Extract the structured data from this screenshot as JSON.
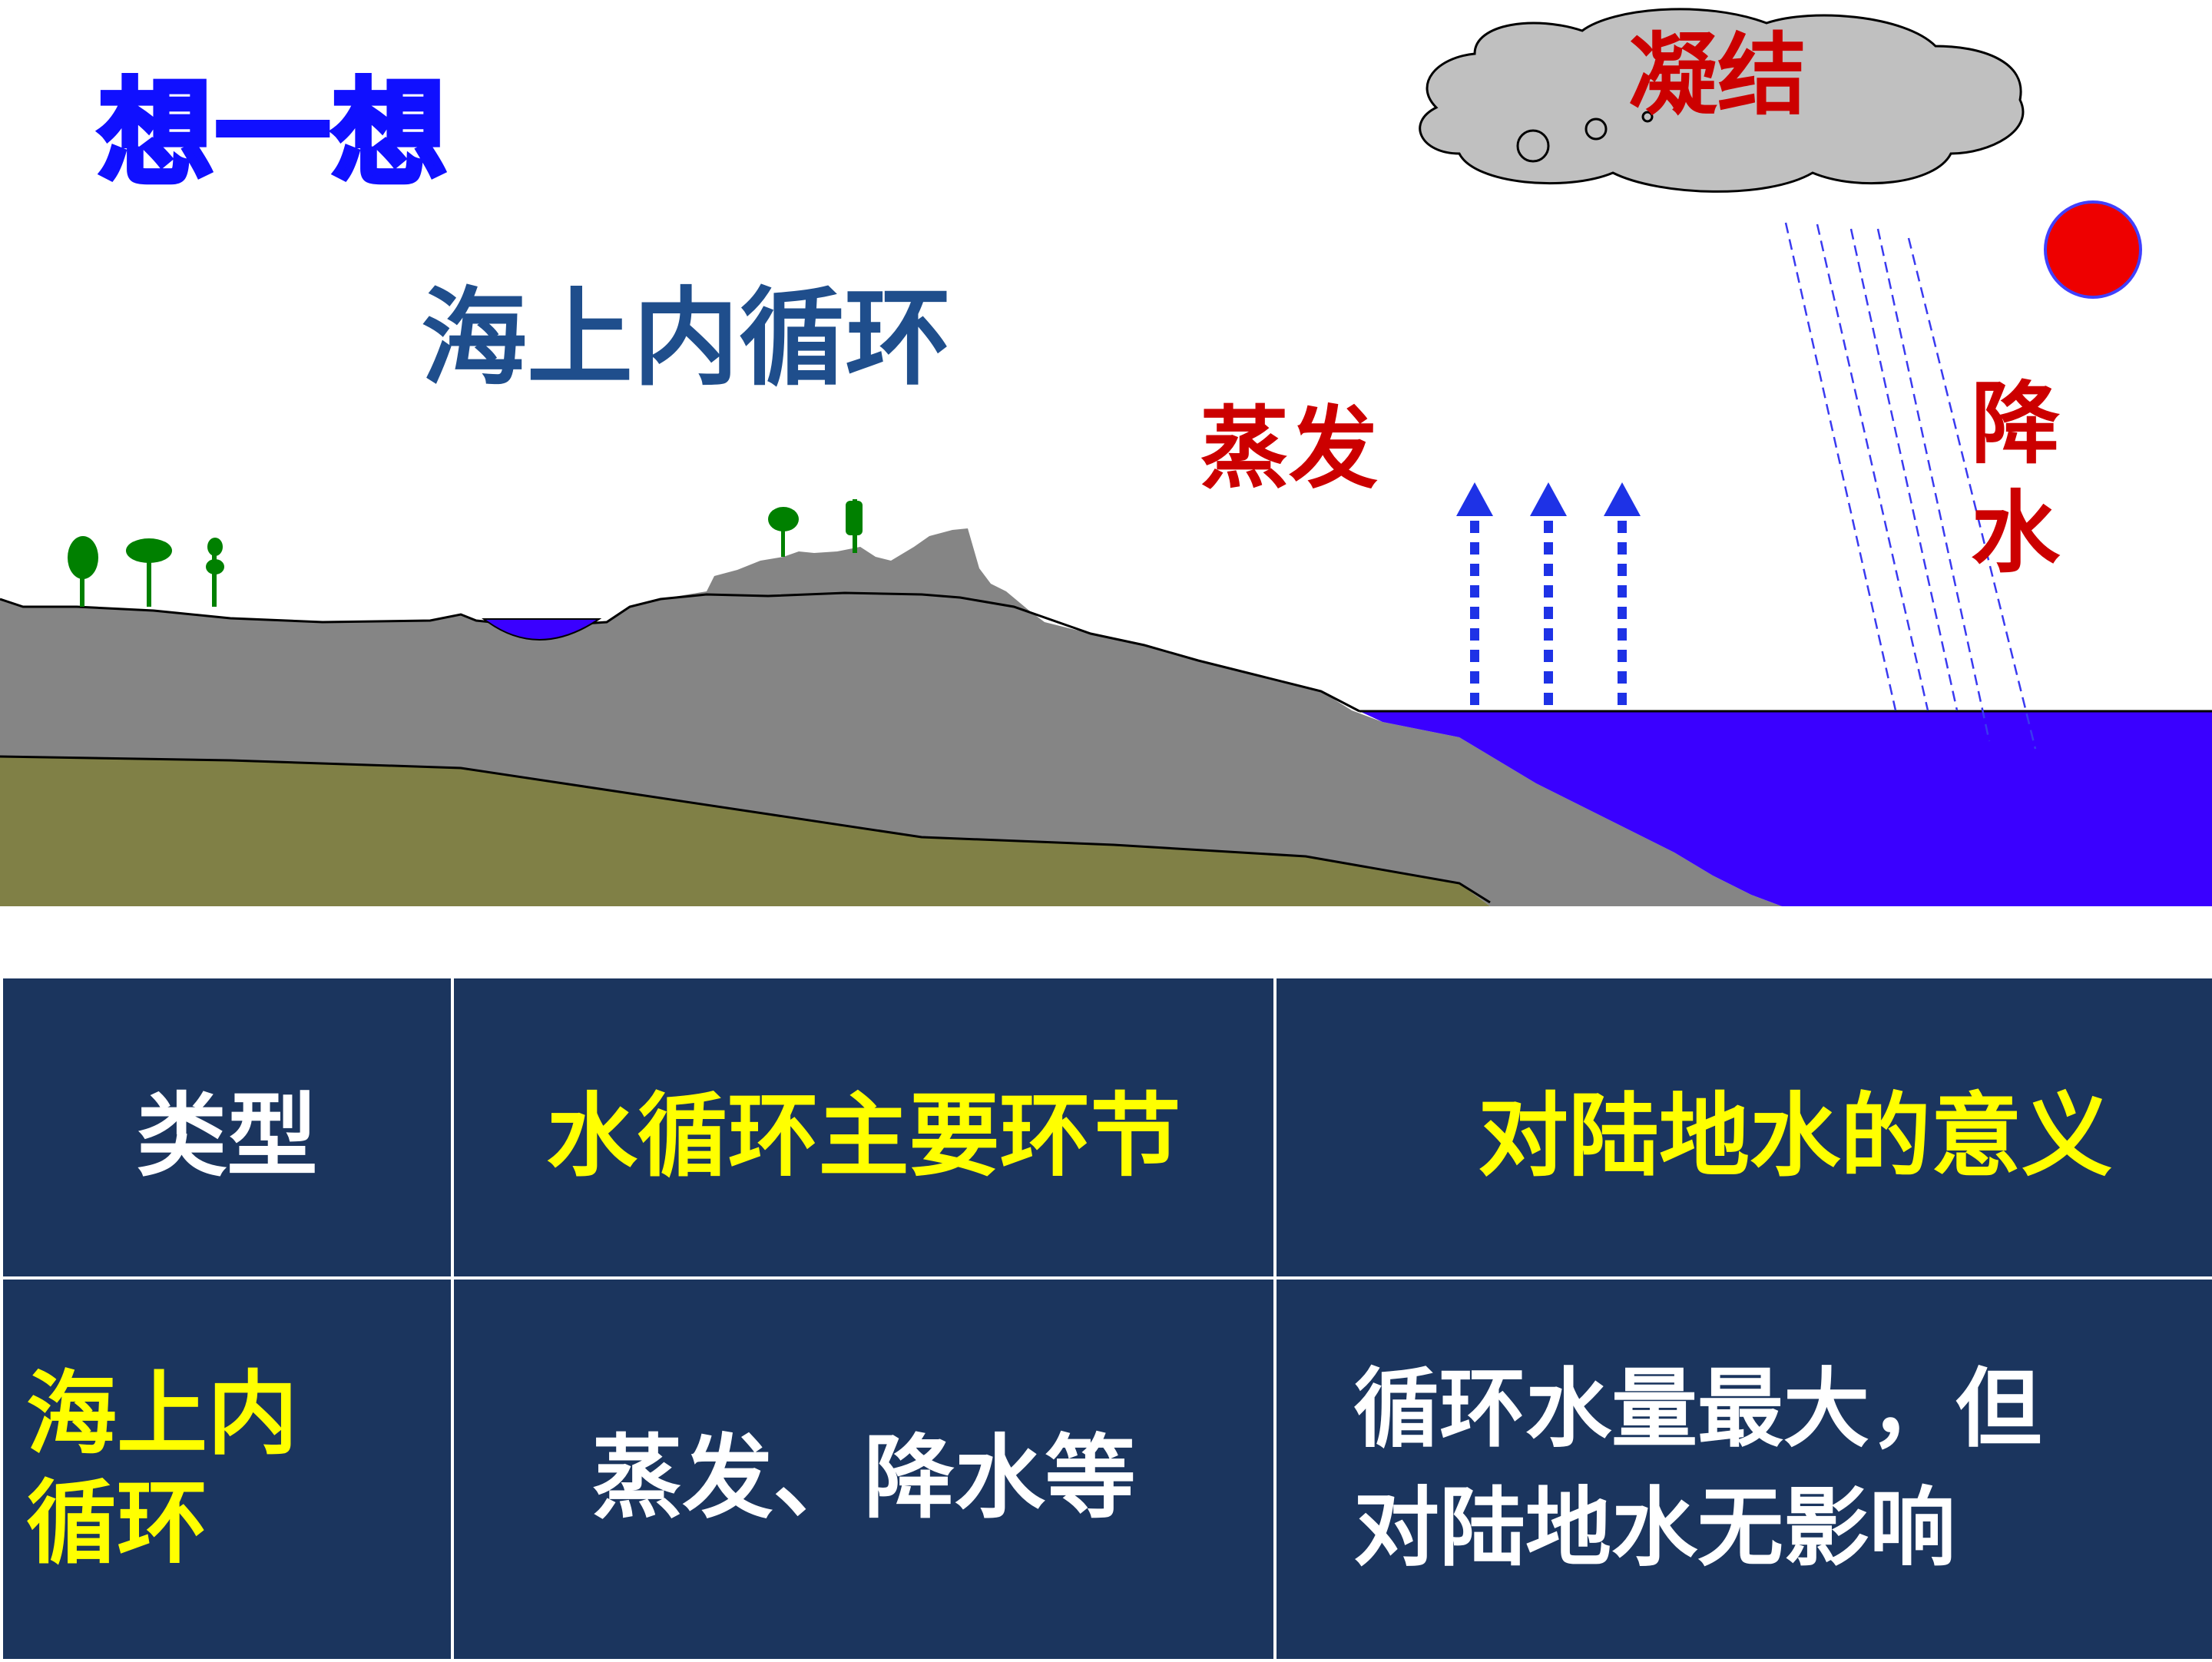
{
  "slide": {
    "think_title": "想一想",
    "cycle_title": "海上内循环"
  },
  "diagram": {
    "condensation_label": "凝结",
    "evaporation_label": "蒸发",
    "precipitation_label_1": "降",
    "precipitation_label_2": "水",
    "colors": {
      "ocean": "#3a00ff",
      "land_upper": "#858585",
      "land_lower": "#808046",
      "cloud": "#c0c0c0",
      "sun": "#ee0000",
      "arrow": "#1e32e6",
      "rain": "#3a3af0",
      "tree": "#008000",
      "lake": "#3a00ff"
    }
  },
  "table": {
    "headers": [
      "类型",
      "水循环主要环节",
      "对陆地水的意义"
    ],
    "row": {
      "type_line1": "海上内",
      "type_line2": "循环",
      "links": "蒸发、降水等",
      "meaning_line1": "循环水量最大，但",
      "meaning_line2": "对陆地水无影响"
    }
  }
}
